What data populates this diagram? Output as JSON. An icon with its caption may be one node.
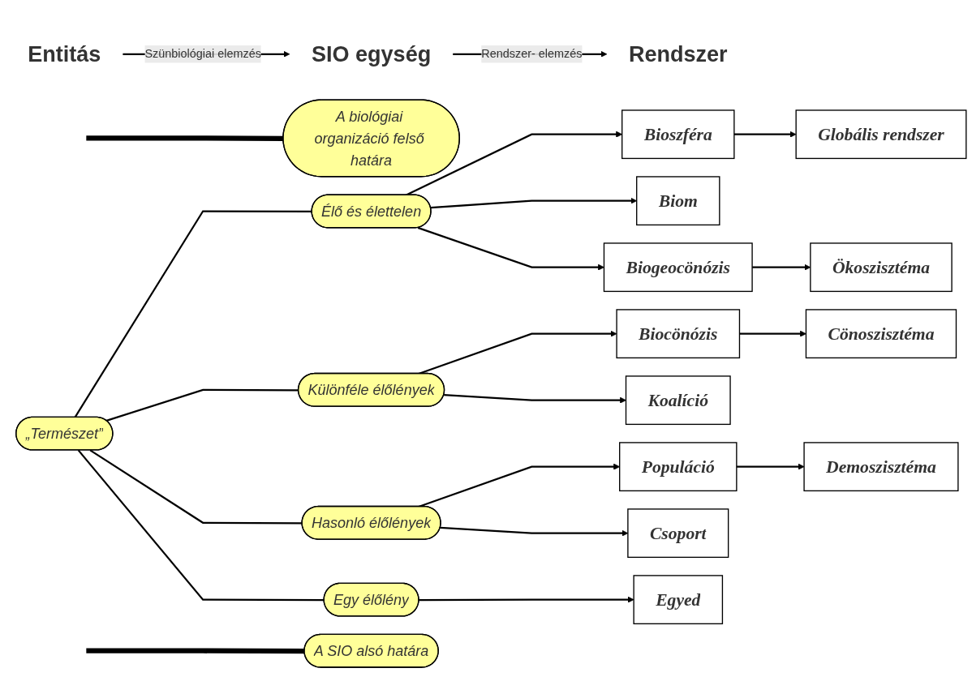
{
  "diagram": {
    "nodes": [
      {
        "text": [
          "Entitás"
        ]
      },
      {
        "text": [
          "SIO egység"
        ]
      },
      {
        "text": [
          "Rendszer"
        ]
      },
      {
        "text": [
          "Élő és élettelen"
        ]
      },
      {
        "text": [
          "Bioszféra"
        ]
      },
      {
        "text": [
          "Globális rendszer"
        ]
      },
      {
        "text": [
          "Biom"
        ]
      },
      {
        "text": [
          "Biogeocönózis"
        ]
      },
      {
        "text": [
          "Ökoszisztéma"
        ]
      },
      {
        "text": [
          "A biológiai organizáció felső határa"
        ]
      },
      {
        "text": [
          "Különféle élőlények"
        ]
      },
      {
        "text": [
          "Biocönózis"
        ]
      },
      {
        "text": [
          "Cönoszisztéma"
        ]
      },
      {
        "text": [
          "Koalíció"
        ]
      },
      {
        "text": [
          "„Természet”"
        ]
      },
      {
        "text": [
          "Hasonló élőlények"
        ]
      },
      {
        "text": [
          "Populáció"
        ]
      },
      {
        "text": [
          "Demoszisztéma"
        ]
      },
      {
        "text": [
          "Csoport"
        ]
      },
      {
        "text": [
          "A SIO alsó határa"
        ]
      },
      {
        "text": [
          "Egy élőlény"
        ]
      },
      {
        "text": [
          "Egyed"
        ]
      }
    ],
    "edges": [
      {
        "from": 0,
        "to": 1,
        "arrow": "to",
        "label": "Szünbiológiai elemzés"
      },
      {
        "from": 1,
        "to": 2,
        "arrow": "to",
        "label": "Rendszer- elemzés"
      },
      {
        "from": 3,
        "to": 4,
        "arrow": "to"
      },
      {
        "from": 4,
        "to": 5,
        "arrow": "to"
      },
      {
        "from": 3,
        "to": 6,
        "arrow": "to"
      },
      {
        "from": 3,
        "to": 7,
        "arrow": "to"
      },
      {
        "from": 7,
        "to": 8,
        "arrow": "to"
      },
      {
        "from": null,
        "to": 9,
        "arrow": "none",
        "style": "thick"
      },
      {
        "from": 10,
        "to": 11,
        "arrow": "to"
      },
      {
        "from": 11,
        "to": 12,
        "arrow": "to"
      },
      {
        "from": 10,
        "to": 13,
        "arrow": "to"
      },
      {
        "from": 14,
        "to": 3,
        "arrow": "none"
      },
      {
        "from": 14,
        "to": 10,
        "arrow": "none"
      },
      {
        "from": 14,
        "to": 15,
        "arrow": "none"
      },
      {
        "from": 15,
        "to": 16,
        "arrow": "to"
      },
      {
        "from": 16,
        "to": 17,
        "arrow": "to"
      },
      {
        "from": 15,
        "to": 18,
        "arrow": "to"
      },
      {
        "from": null,
        "to": 19,
        "arrow": "none",
        "style": "thick"
      },
      {
        "from": 14,
        "to": 20,
        "arrow": "none"
      },
      {
        "from": 20,
        "to": 21,
        "arrow": "to"
      }
    ]
  }
}
